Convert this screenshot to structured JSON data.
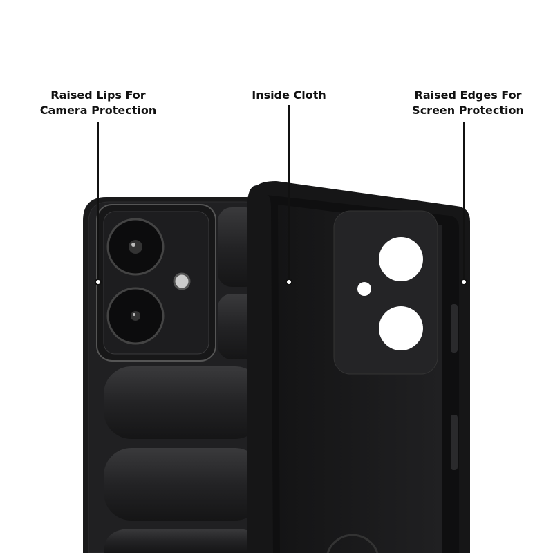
{
  "callouts": [
    {
      "line1": "Raised Lips For",
      "line2": "Camera Protection"
    },
    {
      "line1": "Inside Cloth"
    },
    {
      "line1": "Raised Edges For",
      "line2": "Screen Protection"
    }
  ],
  "colors": {
    "case": "#1c1c1e",
    "case_edge": "#2e2e30",
    "accent_text": "#111111",
    "background": "#ffffff"
  }
}
